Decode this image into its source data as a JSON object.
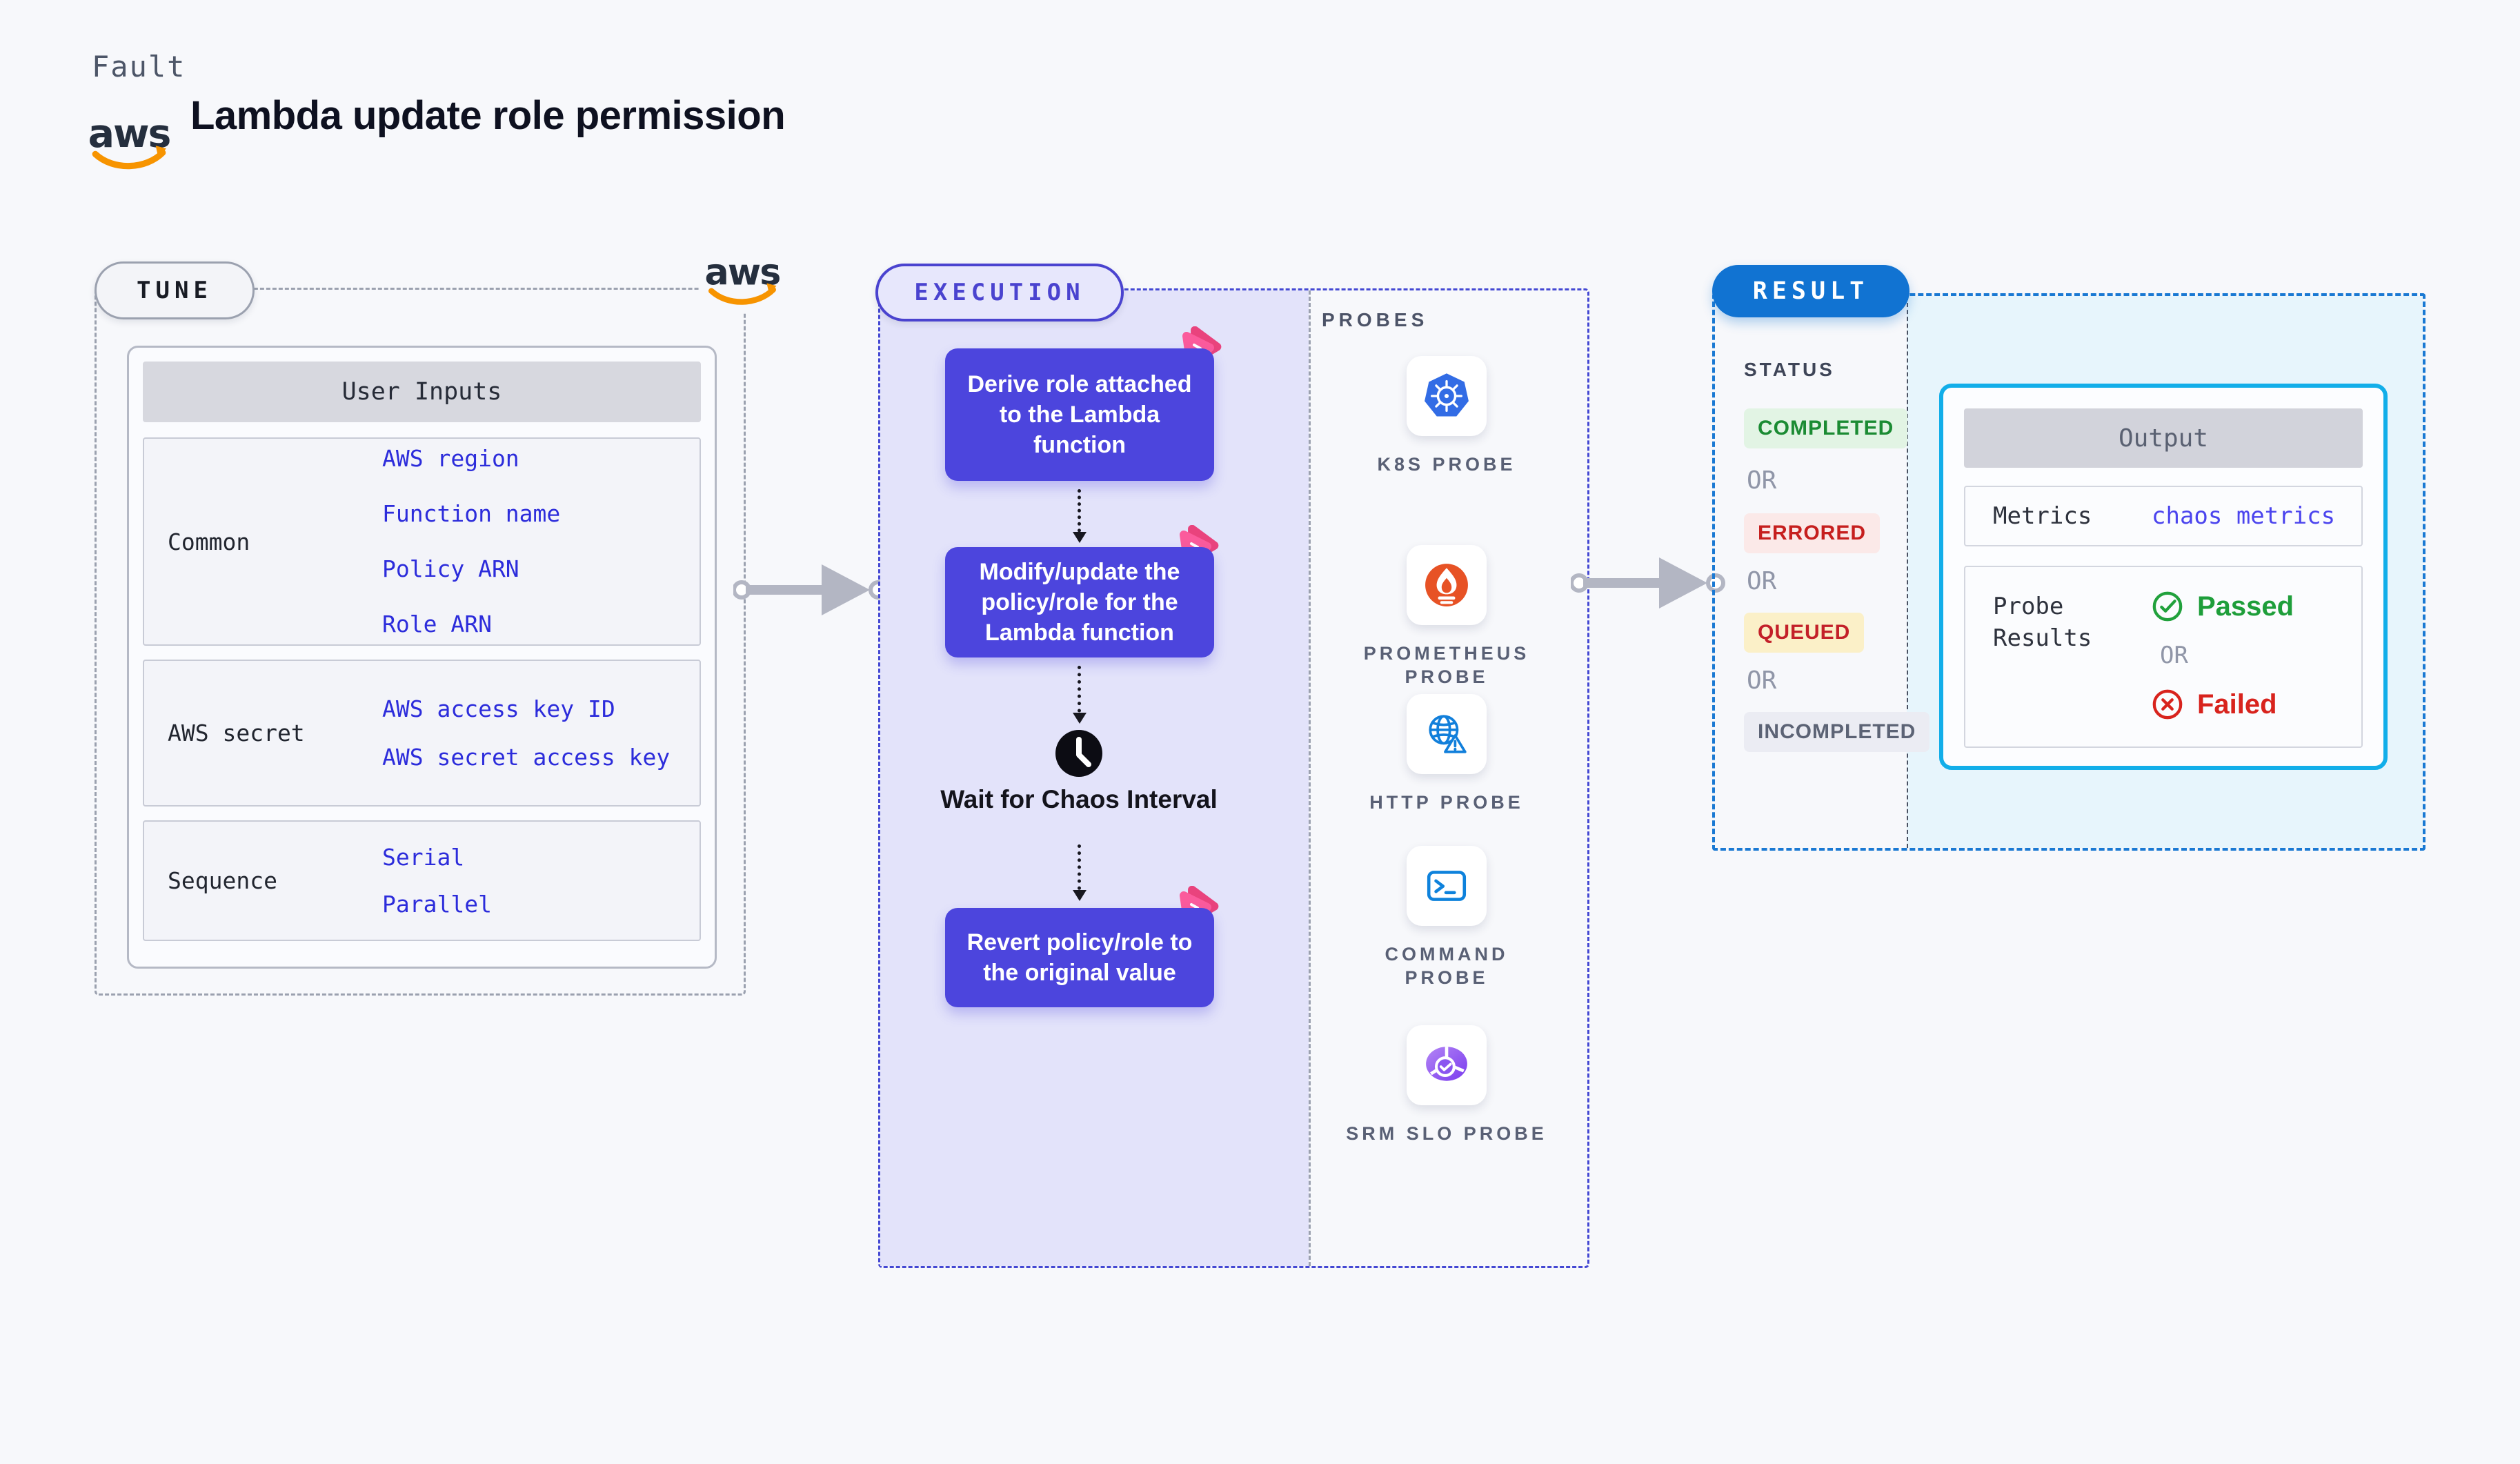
{
  "header": {
    "tag": "Fault",
    "title": "Lambda update role permission",
    "aws_logo_text": "aws"
  },
  "tune": {
    "pill": "TUNE",
    "table": {
      "header": "User Inputs",
      "rows": [
        {
          "label": "Common",
          "links": [
            "AWS region",
            "Function name",
            "Policy ARN",
            "Role ARN"
          ]
        },
        {
          "label": "AWS secret",
          "links": [
            "AWS access key ID",
            "AWS secret access key"
          ]
        },
        {
          "label": "Sequence",
          "links": [
            "Serial",
            "Parallel"
          ]
        }
      ]
    }
  },
  "execution": {
    "pill": "EXECUTION",
    "steps": [
      "Derive role attached to the Lambda function",
      "Modify/update the policy/role for the Lambda function",
      "Revert policy/role to the original value"
    ],
    "wait_label": "Wait for Chaos Interval"
  },
  "probes": {
    "heading": "PROBES",
    "items": [
      {
        "label": "K8S PROBE",
        "icon": "kubernetes-icon"
      },
      {
        "label": "PROMETHEUS PROBE",
        "icon": "prometheus-icon"
      },
      {
        "label": "HTTP PROBE",
        "icon": "globe-warning-icon"
      },
      {
        "label": "COMMAND PROBE",
        "icon": "terminal-icon"
      },
      {
        "label": "SRM SLO PROBE",
        "icon": "slo-pie-icon"
      }
    ]
  },
  "result": {
    "pill": "RESULT",
    "status_heading": "STATUS",
    "or_label": "OR",
    "statuses": [
      {
        "label": "COMPLETED",
        "color": "#1b8b33",
        "bg": "#e2f4e4"
      },
      {
        "label": "ERRORED",
        "color": "#c61f1e",
        "bg": "#fbe9e8"
      },
      {
        "label": "QUEUED",
        "color": "#c32029",
        "bg": "#fbf0c8"
      },
      {
        "label": "INCOMPLETED",
        "color": "#5c6375",
        "bg": "#ebecf3"
      }
    ],
    "output": {
      "header": "Output",
      "metrics_label": "Metrics",
      "metrics_link": "chaos metrics",
      "probe_results_label": "Probe Results",
      "or_label": "OR",
      "passed": "Passed",
      "failed": "Failed"
    }
  },
  "colors": {
    "page_bg": "#f7f8fb",
    "indigo_step": "#4c45dd",
    "execution_bg": "#e3e3fa",
    "execution_border": "#4448d3",
    "tune_border": "#9ba1af",
    "result_border": "#1a79d3",
    "result_pill_bg": "#1173d2",
    "output_border": "#12aee9",
    "output_area_bg": "#e7f5fc",
    "chaos_pink": "#fb5b9c",
    "passed_green": "#1e9e3a",
    "failed_red": "#d8231d",
    "link_blue": "#2c2cdb",
    "kubernetes_blue": "#326ce5",
    "prometheus_orange": "#e75225",
    "aws_smile_orange": "#f79400"
  }
}
